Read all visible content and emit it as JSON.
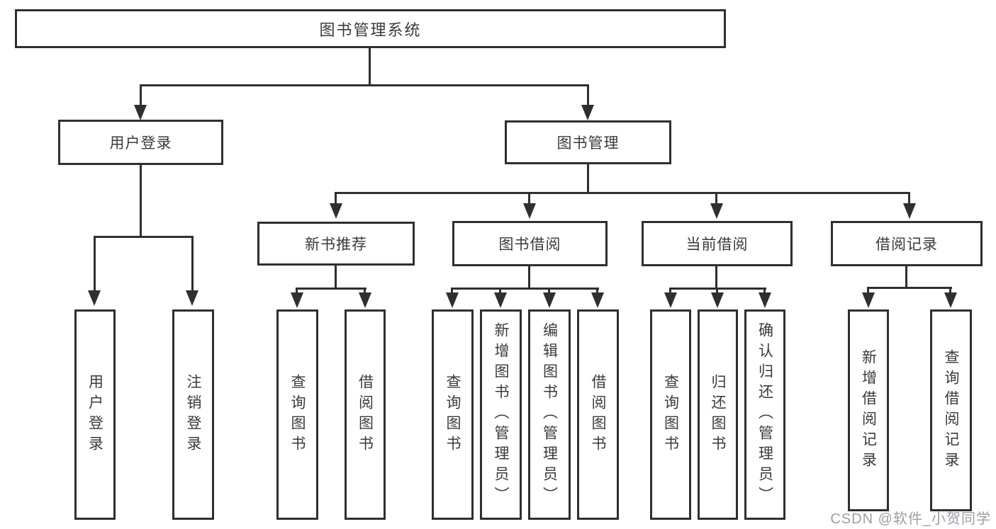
{
  "diagram": {
    "root": {
      "label": "图书管理系统"
    },
    "level2": [
      {
        "label": "用户登录"
      },
      {
        "label": "图书管理"
      }
    ],
    "level3": [
      {
        "label": "新书推荐"
      },
      {
        "label": "图书借阅"
      },
      {
        "label": "当前借阅"
      },
      {
        "label": "借阅记录"
      }
    ],
    "leaves": [
      {
        "label": "用户登录"
      },
      {
        "label": "注销登录"
      },
      {
        "label": "查询图书"
      },
      {
        "label": "借阅图书"
      },
      {
        "label": "查询图书"
      },
      {
        "label": "新增图书（管理员）"
      },
      {
        "label": "编辑图书（管理员）"
      },
      {
        "label": "借阅图书"
      },
      {
        "label": "查询图书"
      },
      {
        "label": "归还图书"
      },
      {
        "label": "确认归还（管理员）"
      },
      {
        "label": "新增借阅记录"
      },
      {
        "label": "查询借阅记录"
      }
    ]
  },
  "watermark": {
    "text": "CSDN @软件_小贺同学"
  },
  "colors": {
    "line": "#2f2f2f",
    "text": "#3a3a3a",
    "watermark": "#9d9da5",
    "background": "#ffffff"
  }
}
